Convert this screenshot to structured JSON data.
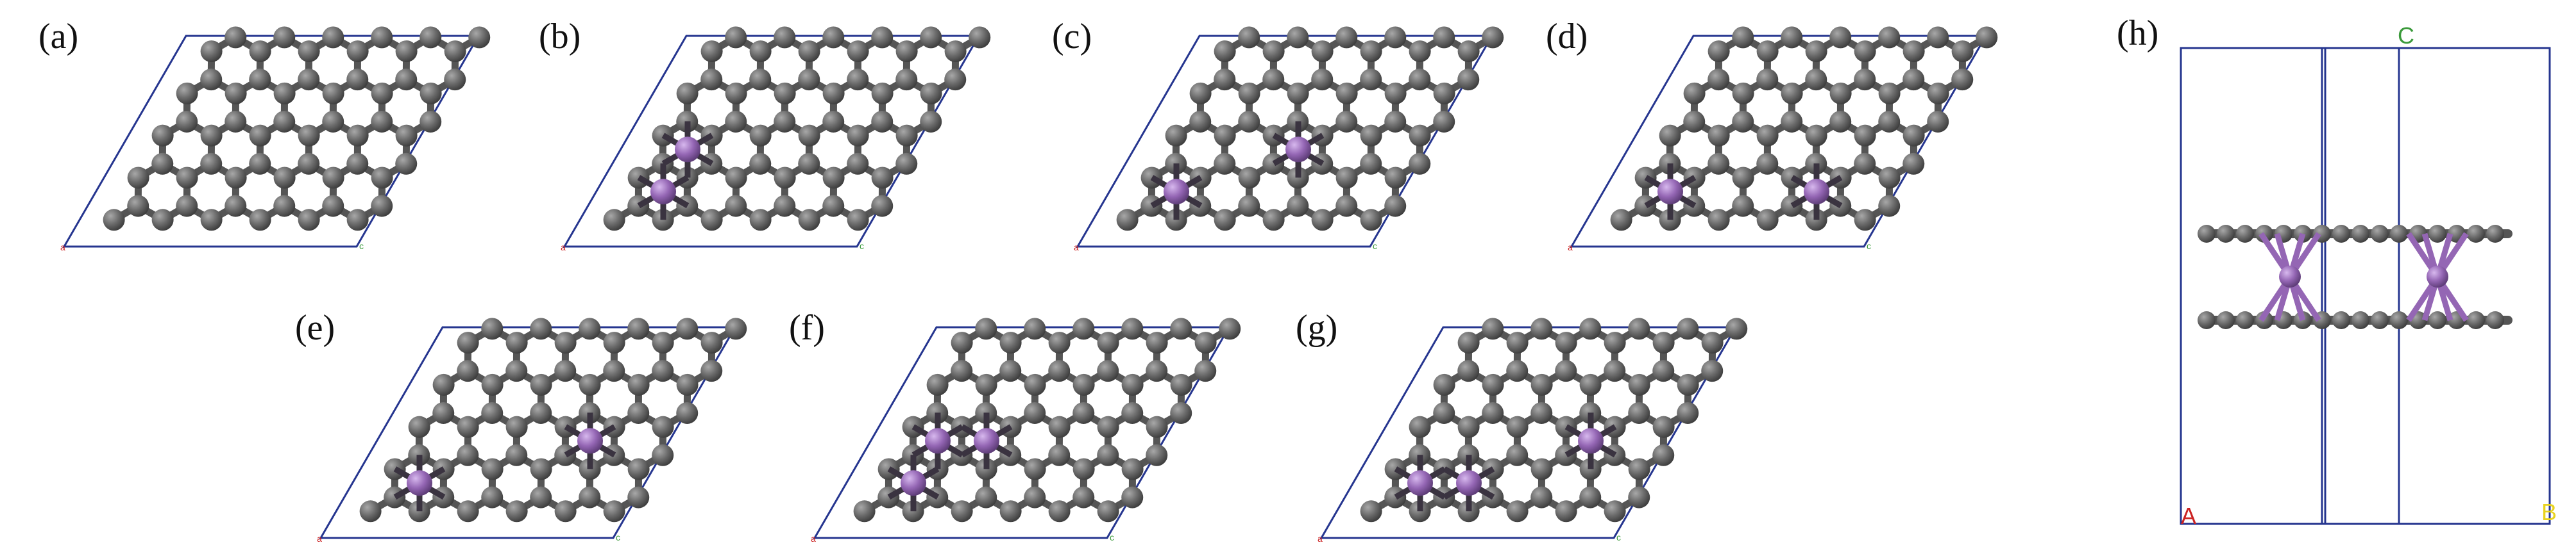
{
  "figure": {
    "panels": [
      {
        "id": "a",
        "label": "(a)",
        "li_sites": []
      },
      {
        "id": "b",
        "label": "(b)",
        "li_sites": [
          [
            1,
            1
          ],
          [
            1,
            2
          ]
        ]
      },
      {
        "id": "c",
        "label": "(c)",
        "li_sites": [
          [
            1,
            1
          ],
          [
            3,
            2
          ]
        ]
      },
      {
        "id": "d",
        "label": "(d)",
        "li_sites": [
          [
            1,
            1
          ],
          [
            4,
            1
          ]
        ]
      },
      {
        "id": "e",
        "label": "(e)",
        "li_sites": [
          [
            1,
            1
          ],
          [
            4,
            2
          ]
        ]
      },
      {
        "id": "f",
        "label": "(f)",
        "li_sites": [
          [
            1,
            1
          ],
          [
            1,
            2
          ],
          [
            2,
            2
          ]
        ]
      },
      {
        "id": "g",
        "label": "(g)",
        "li_sites": [
          [
            1,
            1
          ],
          [
            2,
            1
          ],
          [
            4,
            2
          ]
        ]
      }
    ],
    "side_view": {
      "label": "(h)",
      "axis_c": "C",
      "axis_a": "A",
      "axis_b": "B"
    },
    "cell_axis_labels": {
      "a": "a",
      "b": "b",
      "c": "c"
    },
    "colors": {
      "carbon": "#6b6b6b",
      "carbon_highlight": "#9a9a9a",
      "lithium": "#9466b4",
      "lithium_highlight": "#c9a6e0",
      "cell_line": "#25358f",
      "label_red": "#cc2222",
      "label_yellow": "#e8d21e",
      "label_green": "#3b9a3b"
    }
  }
}
